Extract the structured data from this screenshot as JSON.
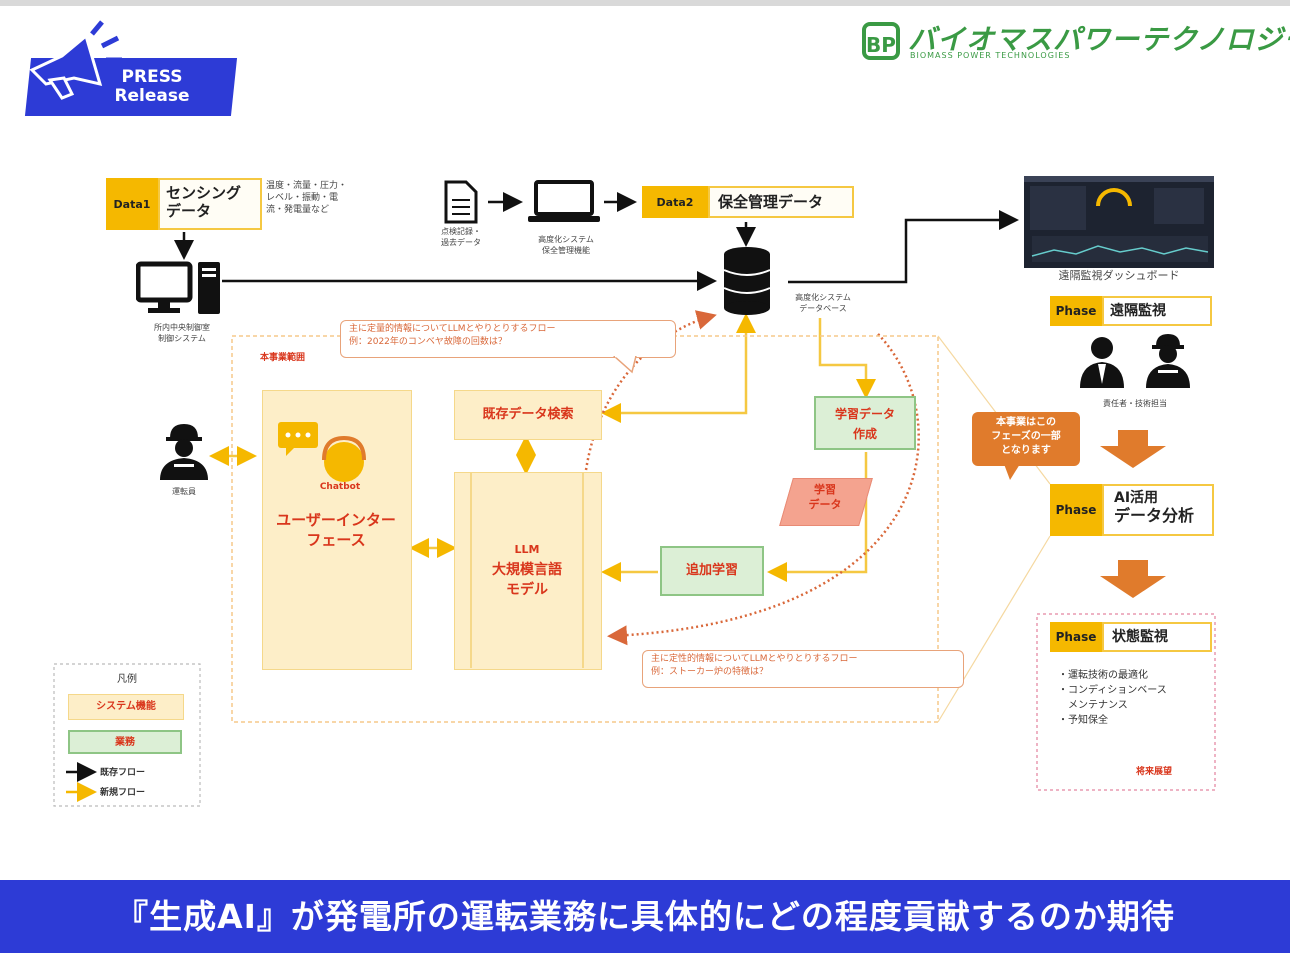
{
  "header": {
    "press_line1": "PRESS",
    "press_line2": "Release",
    "logo_mark": "BP",
    "logo_jp": "バイオマスパワーテクノロジーズ",
    "logo_en": "BIOMASS POWER TECHNOLOGIES"
  },
  "data1": {
    "tag": "Data1",
    "title_line1": "センシング",
    "title_line2": "データ",
    "desc_line1": "温度・流量・圧力・",
    "desc_line2": "レベル・振動・電",
    "desc_line3": "流・発電量など"
  },
  "records": {
    "label_line1": "点検記録・",
    "label_line2": "過去データ"
  },
  "laptop": {
    "label_line1": "高度化システム",
    "label_line2": "保全管理機能"
  },
  "data2": {
    "tag": "Data2",
    "title": "保全管理データ"
  },
  "control": {
    "label_line1": "所内中央制御室",
    "label_line2": "制御システム"
  },
  "database": {
    "label_line1": "高度化システム",
    "label_line2": "データベース"
  },
  "dashboard": {
    "label": "遠隔監視ダッシュボード"
  },
  "callout_top": {
    "line1": "主に定量的情報についてLLMとやりとりするフロー",
    "line2": "例：2022年のコンベヤ故障の回数は？"
  },
  "callout_bottom": {
    "line1": "主に定性的情報についてLLMとやりとりするフロー",
    "line2": "例：ストーカー炉の特徴は？"
  },
  "scope_label": "本事業範囲",
  "operator_label": "運転員",
  "ui_box": {
    "chatbot": "Chatbot",
    "line1": "ユーザーインター",
    "line2": "フェース"
  },
  "search_box": {
    "label": "既存データ検索"
  },
  "llm_box": {
    "line1": "LLM",
    "line2": "大規模言語",
    "line3": "モデル"
  },
  "training_create": {
    "line1": "学習データ",
    "line2": "作成"
  },
  "training_data": {
    "line1": "学習",
    "line2": "データ"
  },
  "additional_learning": {
    "label": "追加学習"
  },
  "phase1": {
    "tag": "Phase",
    "title": "遠隔監視",
    "people_label": "責任者・技術担当"
  },
  "phase_note": {
    "line1": "本事業はこの",
    "line2": "フェーズの一部",
    "line3": "となります"
  },
  "phase2": {
    "tag": "Phase",
    "title_line1": "AI活用",
    "title_line2": "データ分析"
  },
  "phase3": {
    "tag": "Phase",
    "title": "状態監視",
    "items": [
      "・運転技術の最適化",
      "・コンディションベース",
      "　メンテナンス",
      "・予知保全"
    ],
    "footer": "将来展望"
  },
  "legend": {
    "title": "凡例",
    "system": "システム機能",
    "business": "業務",
    "existing": "既存フロー",
    "new": "新規フロー"
  },
  "caption": "『生成AI』が発電所の運転業務に具体的にどの程度貢献するのか期待",
  "colors": {
    "blue": "#2d3bd6",
    "yellow": "#f5b800",
    "green": "#3a9a44",
    "orange": "#e07b2c",
    "red": "#d9361c"
  }
}
